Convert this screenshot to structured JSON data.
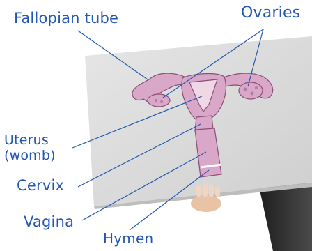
{
  "labels": {
    "fallopian_tube": "Fallopian tube",
    "ovaries": "Ovaries",
    "uterus_line1": "Uterus",
    "uterus_line2": "(womb)",
    "cervix": "Cervix",
    "vagina": "Vagina",
    "hymen": "Hymen"
  },
  "colors": {
    "label_text": "#2458b0",
    "leader_line": "#2458b0",
    "board": "#dcdcdc",
    "organ_fill": "#d9a8c8",
    "organ_stroke": "#8a4f78",
    "skin": "#e9c3a6",
    "jacket": "#3a3a3a"
  }
}
